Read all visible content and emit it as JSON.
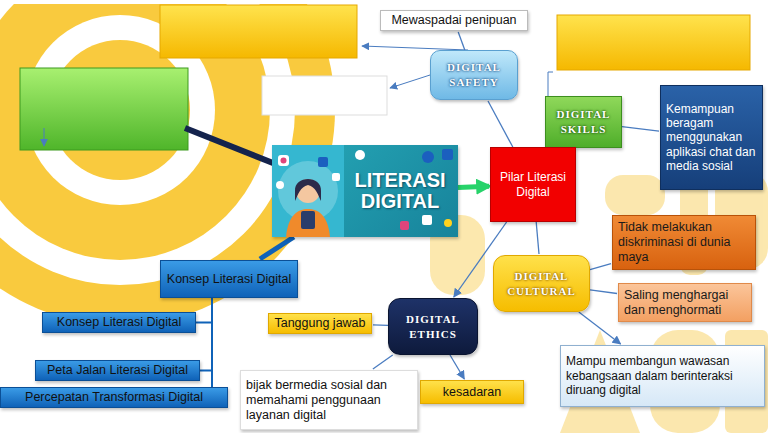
{
  "diagram": {
    "nodes": [
      {
        "text": [
          "Mewaspadai penipuan"
        ]
      },
      {
        "text": [
          "DIGITAL SAFETY"
        ]
      },
      {
        "text": [
          "DIGITAL SKILLS"
        ]
      },
      {
        "text": [
          "Kemampuan beragam menggunakan aplikasi chat dan media sosial"
        ]
      },
      {
        "text": [
          "LITERASI DIGITAL"
        ]
      },
      {
        "text": [
          "Pilar Literasi Digital"
        ]
      },
      {
        "text": [
          "Tidak melakukan diskriminasi di dunia maya"
        ]
      },
      {
        "text": [
          "DIGITAL CULTURAL"
        ]
      },
      {
        "text": [
          "Konsep Literasi Digital"
        ]
      },
      {
        "text": [
          "Saling menghargai dan menghormati"
        ]
      },
      {
        "text": [
          "Konsep Literasi Digital"
        ]
      },
      {
        "text": [
          "Tanggung jawab"
        ]
      },
      {
        "text": [
          "DIGITAL ETHICS"
        ]
      },
      {
        "text": [
          "Mampu membangun wawasan kebangsaan dalam berinteraksi diruang digital"
        ]
      },
      {
        "text": [
          "Peta Jalan Literasi Digital"
        ]
      },
      {
        "text": [
          "Percepatan Transformasi Digital"
        ]
      },
      {
        "text": [
          "bijak bermedia sosial dan memahami penggunaan layanan digital"
        ]
      },
      {
        "text": [
          "kesadaran"
        ]
      }
    ],
    "edges": [
      {
        "from": 4,
        "to": 5,
        "arrow": "to"
      },
      {
        "from": 5,
        "to": 1,
        "arrow": "none"
      },
      {
        "from": 5,
        "to": 2,
        "arrow": "none"
      },
      {
        "from": 5,
        "to": 7,
        "arrow": "none"
      },
      {
        "from": 5,
        "to": 12,
        "arrow": "to"
      },
      {
        "from": 1,
        "to": 0,
        "arrow": "none"
      },
      {
        "from": 2,
        "to": 3,
        "arrow": "none"
      },
      {
        "from": 7,
        "to": 6,
        "arrow": "none"
      },
      {
        "from": 7,
        "to": 9,
        "arrow": "none"
      },
      {
        "from": 7,
        "to": 13,
        "arrow": "to"
      },
      {
        "from": 12,
        "to": 11,
        "arrow": "none"
      },
      {
        "from": 12,
        "to": 17,
        "arrow": "to"
      },
      {
        "from": 12,
        "to": 16,
        "arrow": "none"
      },
      {
        "from": 4,
        "to": 8,
        "arrow": "none"
      },
      {
        "from": 8,
        "to": 10,
        "arrow": "none"
      },
      {
        "from": 8,
        "to": 14,
        "arrow": "none"
      },
      {
        "from": 8,
        "to": 15,
        "arrow": "none"
      }
    ]
  }
}
